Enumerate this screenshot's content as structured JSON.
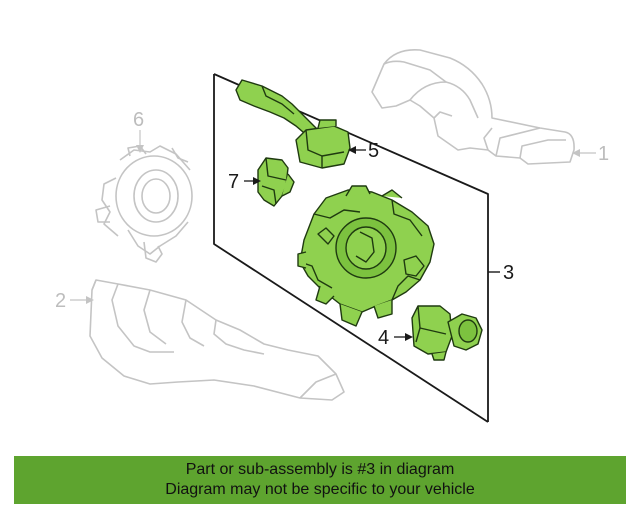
{
  "diagram": {
    "callouts": {
      "c1": "1",
      "c2": "2",
      "c3": "3",
      "c4": "4",
      "c5": "5",
      "c6": "6",
      "c7": "7"
    },
    "colors": {
      "highlight_fill": "#8fd14f",
      "highlight_stroke": "#1f3a10",
      "ghost_stroke": "#c4c4c4",
      "banner_bg": "#5ea42f"
    }
  },
  "banner": {
    "line1": "Part or sub-assembly is #3 in diagram",
    "line2": "Diagram may not be specific to your vehicle"
  }
}
